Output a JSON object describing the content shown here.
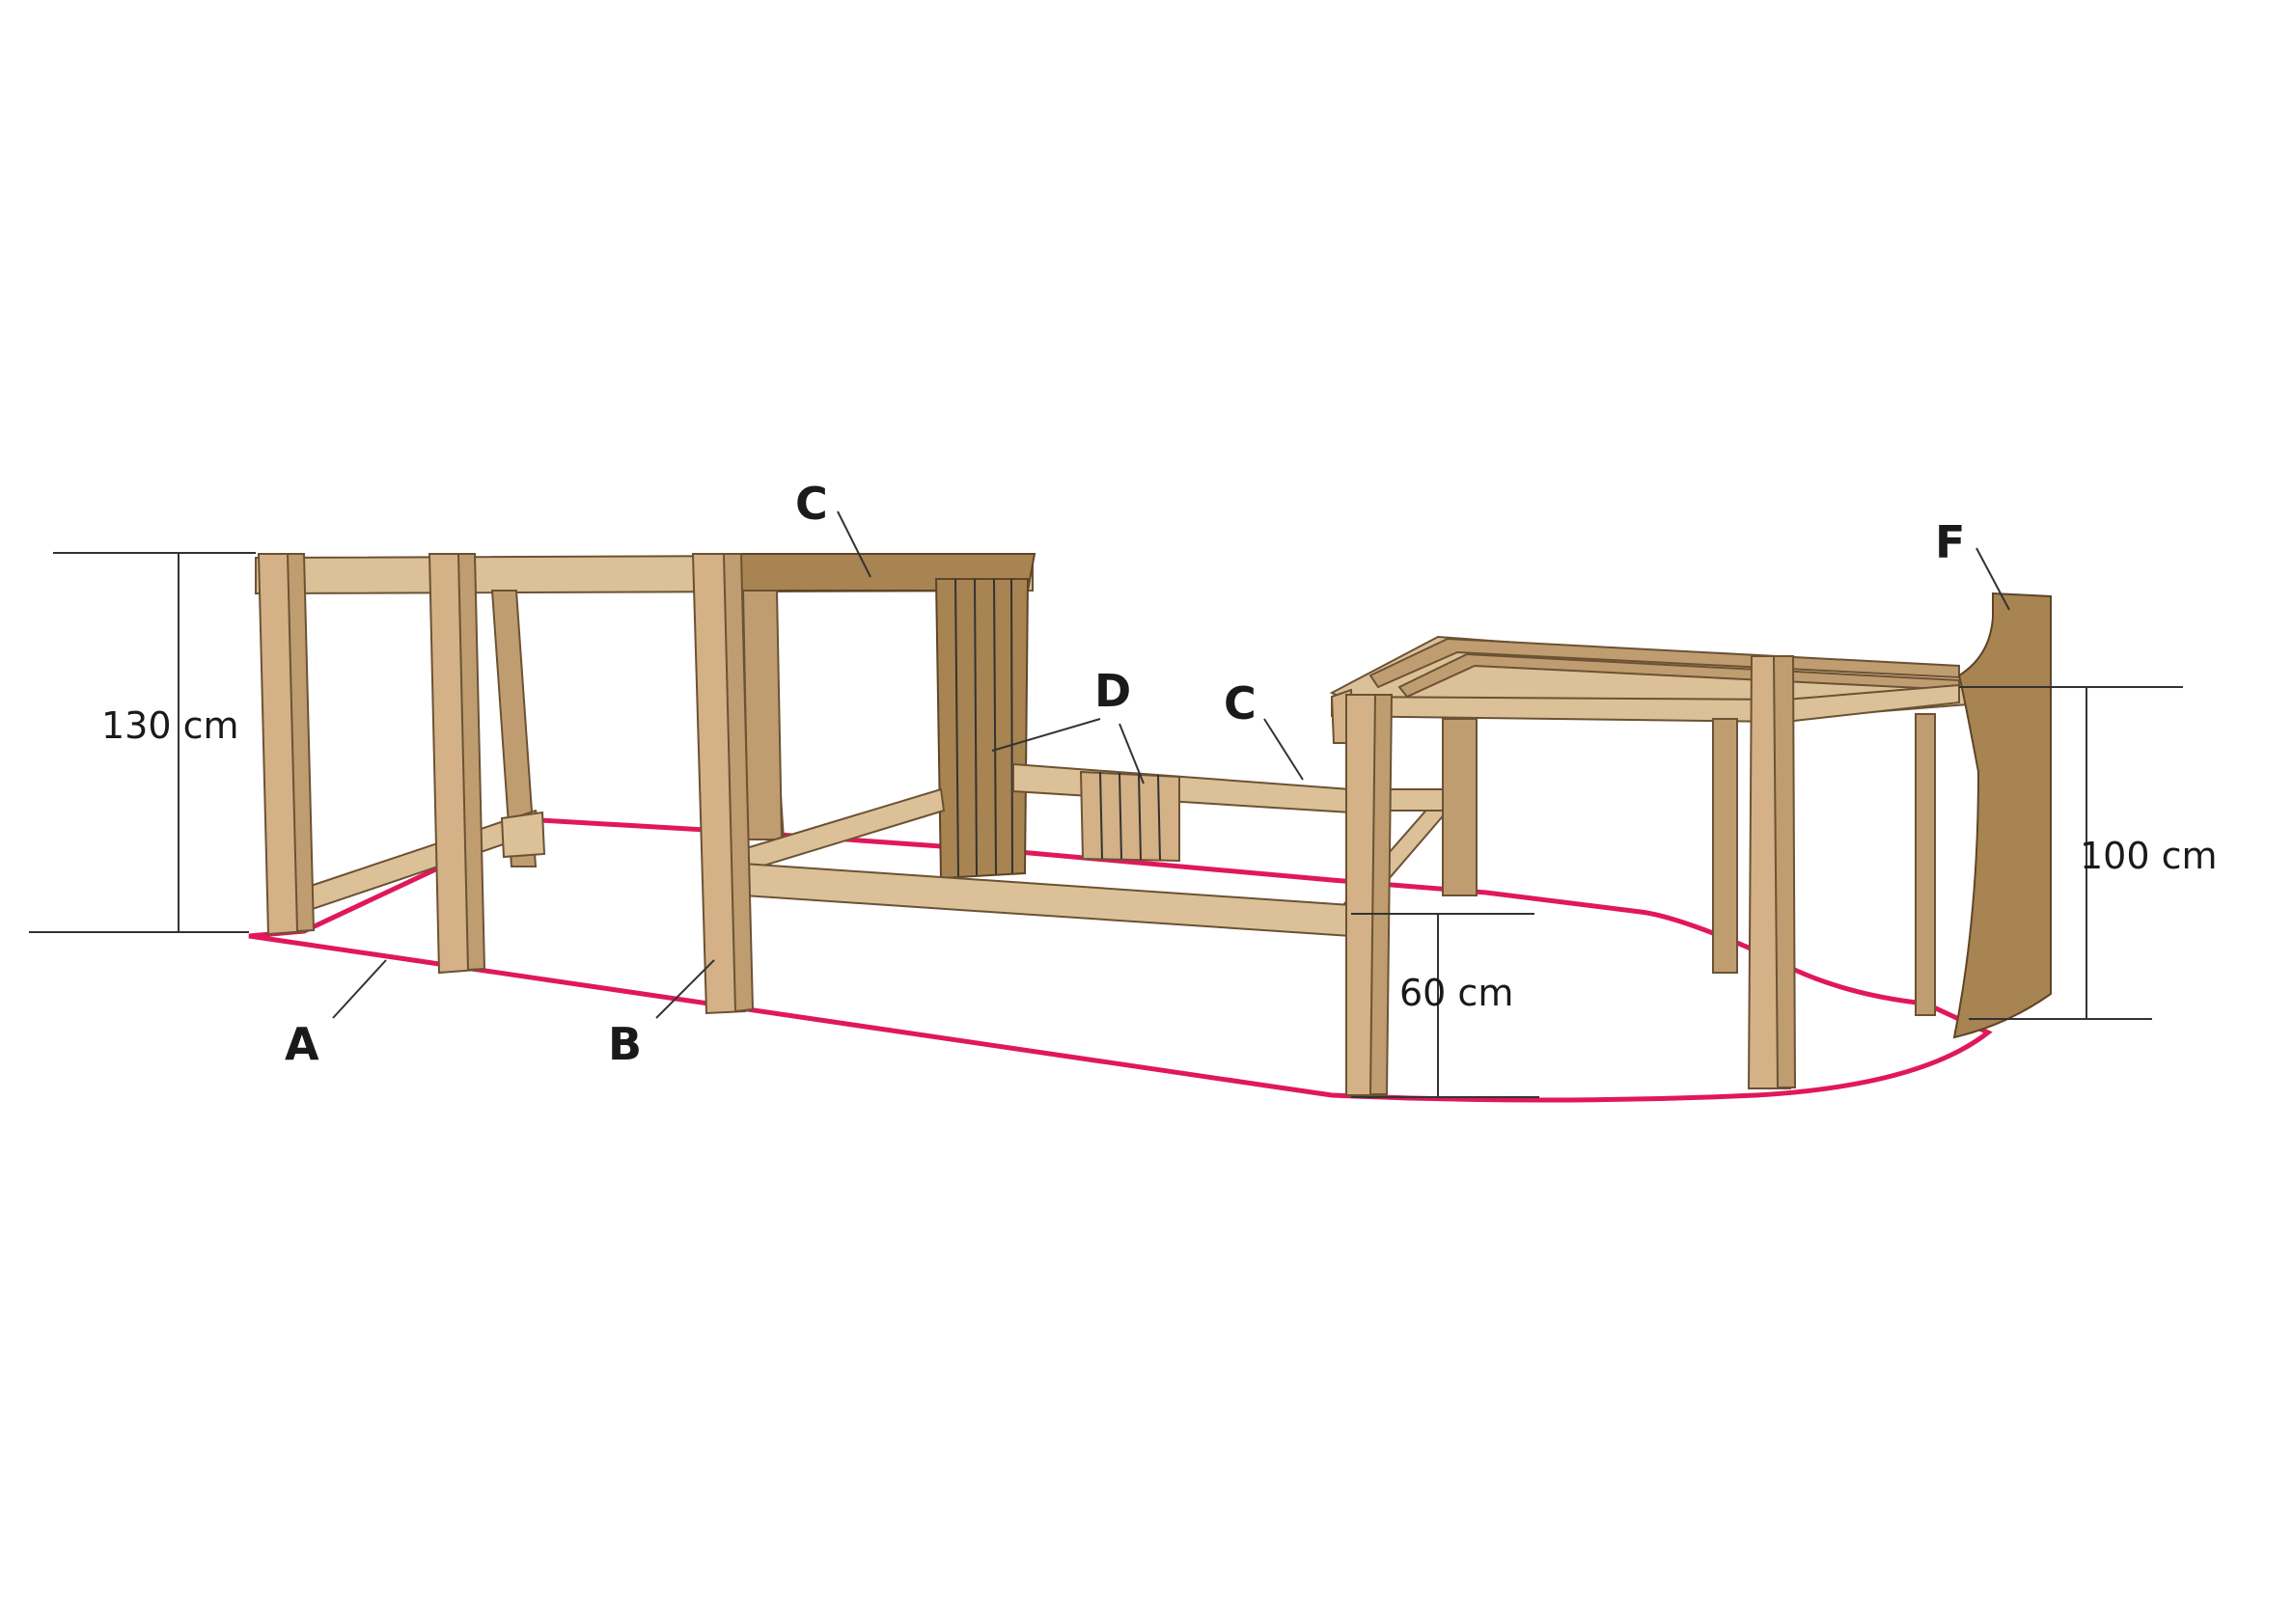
{
  "labels": {
    "a": "A",
    "b": "B",
    "c_left": "C",
    "c_right": "C",
    "d": "D",
    "f": "F"
  },
  "dimensions": {
    "height_1": "130 cm",
    "height_2": "60 cm",
    "height_3": "100 cm"
  },
  "colors": {
    "floor_outline": "#e0185a",
    "wood_light": "#d4b187",
    "wood_dark": "#a88453"
  }
}
